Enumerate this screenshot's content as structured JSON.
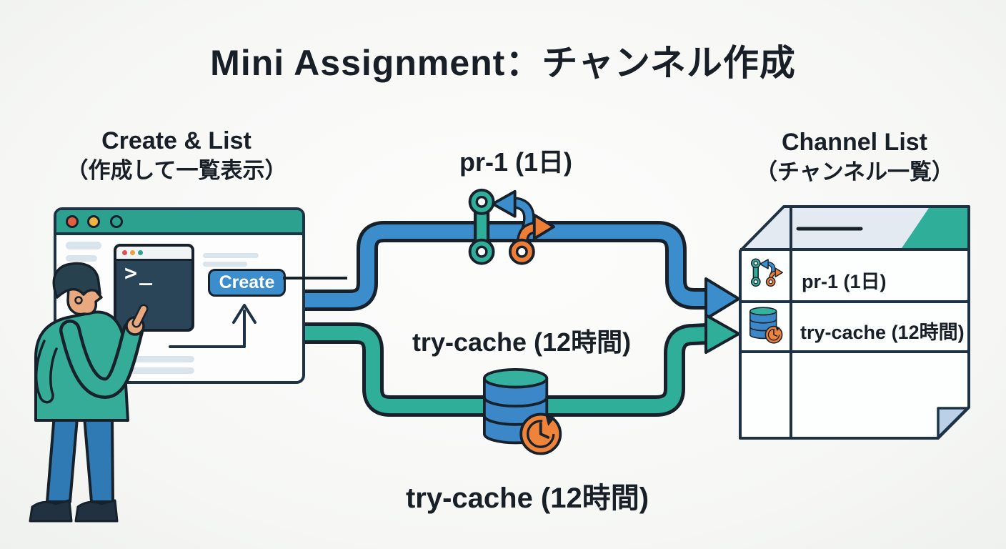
{
  "title": "Mini Assignment：チャンネル作成",
  "left_panel": {
    "heading_en": "Create & List",
    "heading_ja": "（作成して一覧表示）",
    "browser": {
      "create_button_label": "Create",
      "terminal_prompt": ">_"
    }
  },
  "flows": {
    "pr1_label": "pr-1 (1日)",
    "try_cache_mid_label": "try-cache (12時間)",
    "try_cache_bottom_label": "try-cache (12時間)"
  },
  "right_panel": {
    "heading_en": "Channel List",
    "heading_ja": "（チャンネル一覧）",
    "rows": [
      {
        "icon": "git-branch-icon",
        "label": "pr-1 (1日)"
      },
      {
        "icon": "database-clock-icon",
        "label": "try-cache (12時間)"
      }
    ]
  },
  "icons": {
    "git_branch": "git-branch-icon",
    "database_clock": "database-clock-icon",
    "terminal": "terminal-window-icon",
    "person": "presenter-person"
  },
  "colors": {
    "navy_outline": "#1e3246",
    "teal": "#2fae9a",
    "blue": "#3b8ecb",
    "orange": "#ee7d35",
    "amber": "#eeb23e",
    "red_orange": "#e2603e",
    "terminal_bg": "#2b4558",
    "header_bg": "#e4eaf1",
    "fold_blue": "#b9d0e6"
  }
}
